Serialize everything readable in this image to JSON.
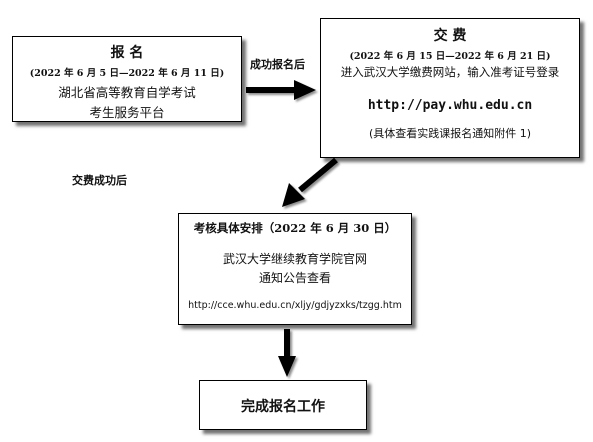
{
  "signup": {
    "title": "报 名",
    "date": "(2022 年 6 月 5 日—2022 年 6 月 11 日)",
    "lines": [
      "湖北省高等教育自学考试",
      "考生服务平台"
    ]
  },
  "pay": {
    "title": "交 费",
    "date": "(2022 年 6 月 15 日—2022 年 6 月 21 日)",
    "line1": "进入武汉大学缴费网站，输入准考证号登录",
    "url": "http://pay.whu.edu.cn",
    "note": "(具体查看实践课报名通知附件 1)"
  },
  "exam": {
    "title": "考核具体安排（2022 年 6 月 30 日）",
    "lines": [
      "武汉大学继续教育学院官网",
      "通知公告查看"
    ],
    "url": "http://cce.whu.edu.cn/xljy/gdjyzxks/tzgg.htm"
  },
  "done": {
    "title": "完成报名工作"
  },
  "labels": {
    "after_signup": "成功报名后",
    "after_pay": "交费成功后"
  }
}
